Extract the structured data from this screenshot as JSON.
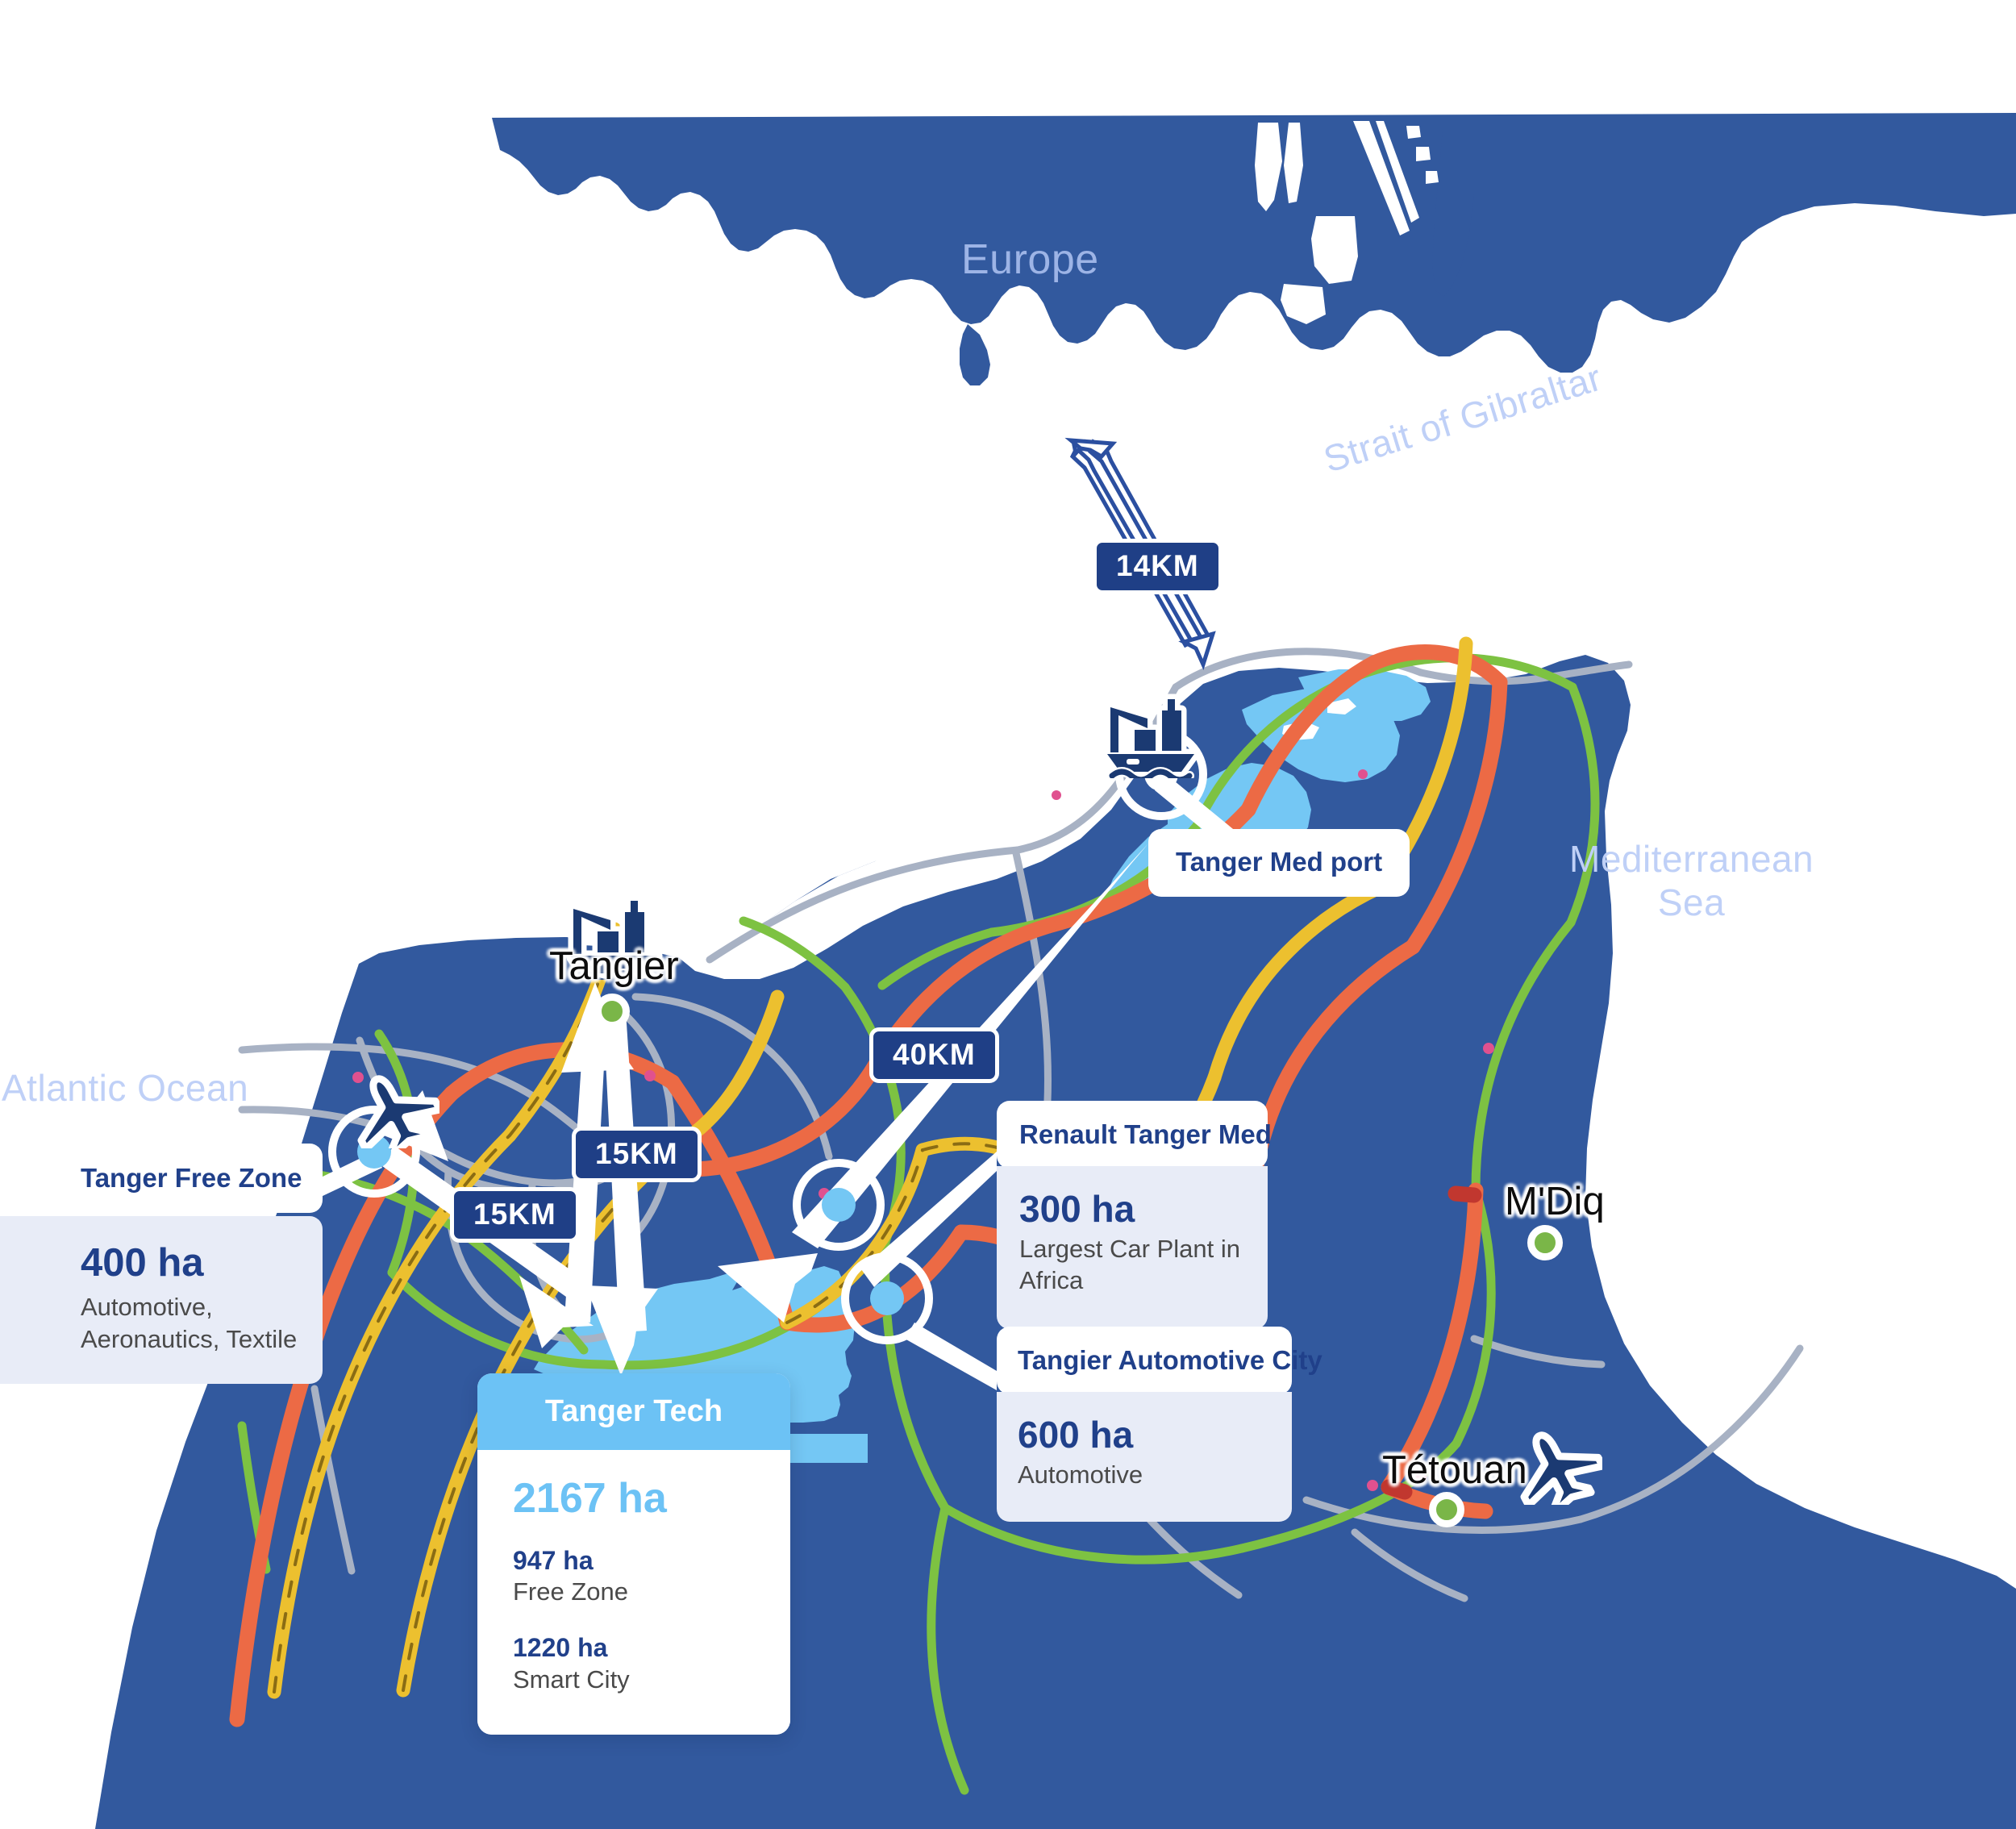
{
  "regions": {
    "europe": "Europe",
    "strait": "Strait of Gibraltar",
    "mediterranean": "Mediterranean\nSea",
    "atlantic": "Atlantic Ocean"
  },
  "cities": [
    {
      "name": "Tangier",
      "icon": "port-icon"
    },
    {
      "name": "M'Diq",
      "icon": "city-dot-icon"
    },
    {
      "name": "Tétouan",
      "icon": "city-dot-icon"
    }
  ],
  "distances": [
    {
      "label": "14KM",
      "from": "Europe",
      "to": "Tanger Med port"
    },
    {
      "label": "40KM",
      "from": "Tanger Med port",
      "to": "Tanger Tech"
    },
    {
      "label": "15KM",
      "from": "Tangier",
      "to": "Tanger Tech"
    },
    {
      "label": "15KM",
      "from": "Tanger Free Zone",
      "to": "Tanger Tech"
    }
  ],
  "cards": {
    "tanger_free_zone": {
      "title": "Tanger Free Zone",
      "area": "400 ha",
      "sectors": "Automotive,\nAeronautics, Textile"
    },
    "tanger_tech": {
      "title": "Tanger Tech",
      "total_area": "2167 ha",
      "breakdown": [
        {
          "area": "947 ha",
          "label": "Free Zone"
        },
        {
          "area": "1220 ha",
          "label": "Smart City"
        }
      ]
    },
    "renault": {
      "title": "Renault Tanger Med",
      "area": "300 ha",
      "note": "Largest Car Plant in\nAfrica"
    },
    "automotive_city": {
      "title": "Tangier Automotive City",
      "area": "600 ha",
      "note": "Automotive"
    },
    "tanger_med_port": {
      "title": "Tanger Med port"
    }
  },
  "icons": {
    "port_tangier": "port-crane-ship-icon",
    "port_tangermed": "port-crane-ship-icon",
    "airport_west": "airplane-icon",
    "airport_east": "airplane-icon"
  },
  "colors": {
    "land": "#32599e",
    "europe_land": "#32599e",
    "zone_highlight": "#74c7f4",
    "badge_blue": "#1f3f86",
    "brand_blue": "#20408a",
    "tanger_tech_header": "#6cc2f5",
    "city_dot_green": "#7ab648",
    "highway_orange": "#ec6a45",
    "road_yellow": "#ecc02f",
    "road_green": "#7dc242",
    "road_grey": "#a8b2c4",
    "card_body": "#e8ecf7",
    "label_blue": "#bfd0f7"
  }
}
